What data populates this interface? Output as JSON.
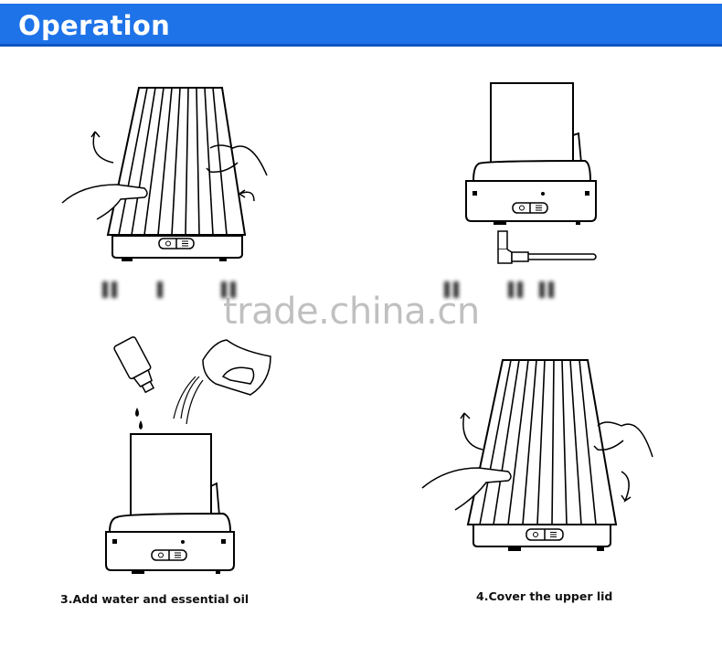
{
  "header": {
    "title": "Operation",
    "color": "#1e73e8"
  },
  "steps": [
    {
      "caption": ""
    },
    {
      "caption": ""
    },
    {
      "caption": "3.Add water and essential oil"
    },
    {
      "caption": "4.Cover the upper lid"
    }
  ],
  "buttons": {
    "left_icon": "light-icon",
    "right_icon": "mist-icon"
  },
  "watermark": "trade.china.cn"
}
